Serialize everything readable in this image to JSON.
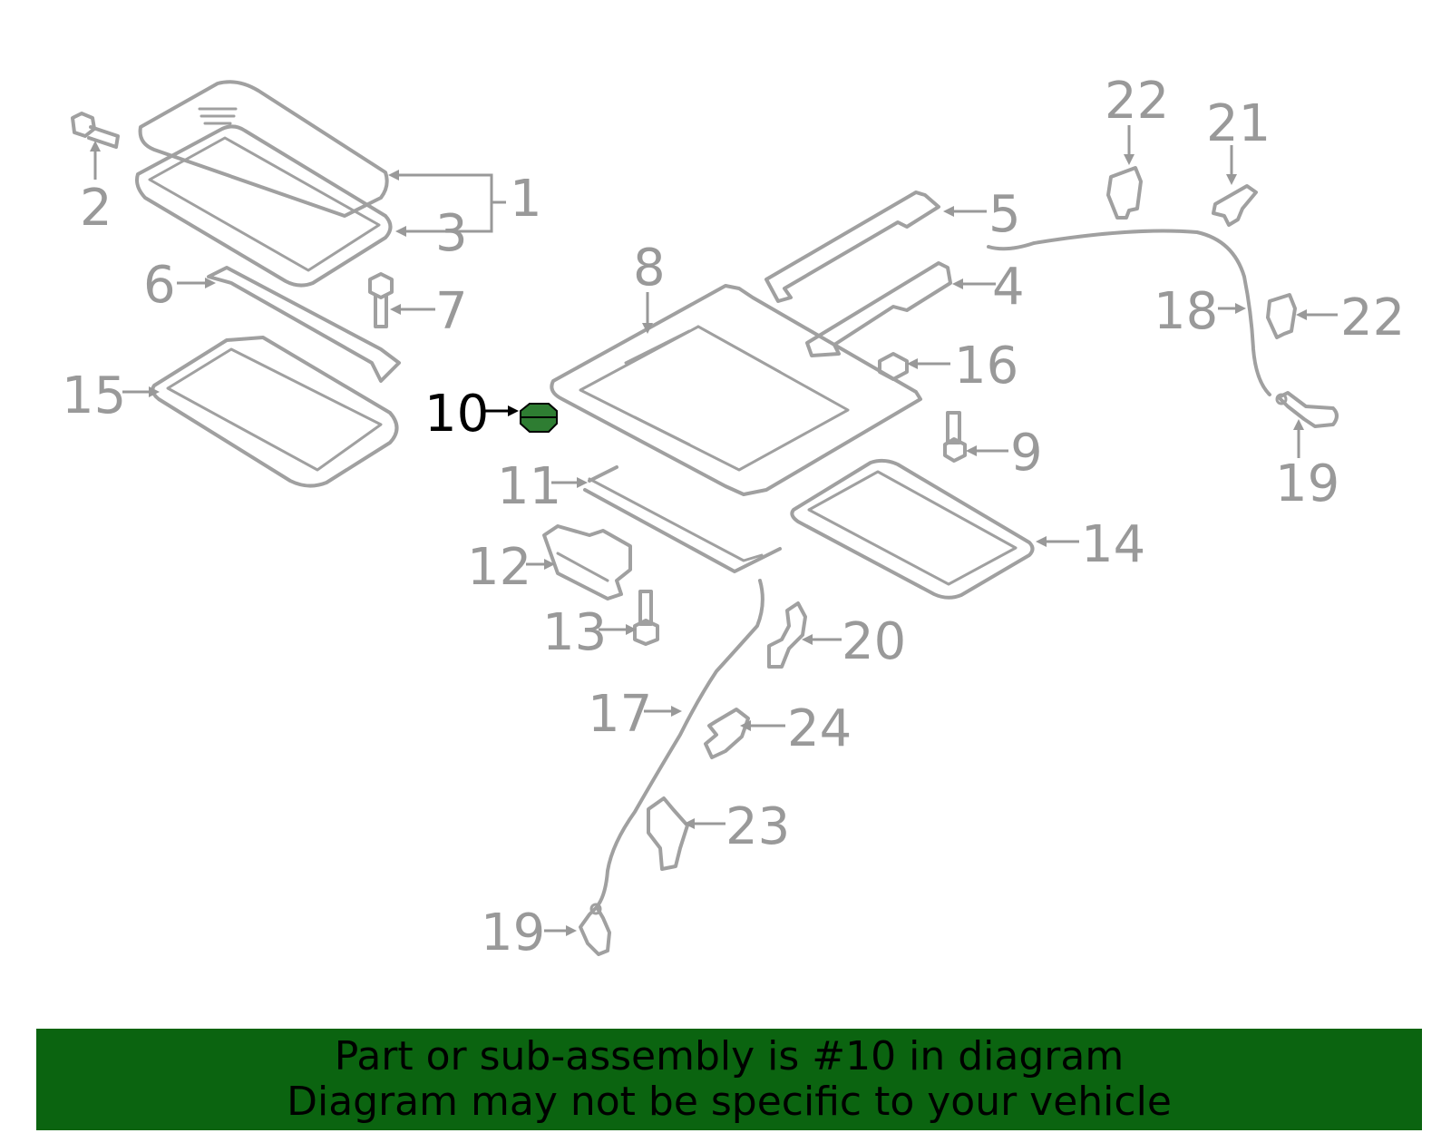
{
  "callouts": [
    {
      "id": "1",
      "highlight": false
    },
    {
      "id": "2",
      "highlight": false
    },
    {
      "id": "3",
      "highlight": false
    },
    {
      "id": "4",
      "highlight": false
    },
    {
      "id": "5",
      "highlight": false
    },
    {
      "id": "6",
      "highlight": false
    },
    {
      "id": "7",
      "highlight": false
    },
    {
      "id": "8",
      "highlight": false
    },
    {
      "id": "9",
      "highlight": false
    },
    {
      "id": "10",
      "highlight": true
    },
    {
      "id": "11",
      "highlight": false
    },
    {
      "id": "12",
      "highlight": false
    },
    {
      "id": "13",
      "highlight": false
    },
    {
      "id": "14",
      "highlight": false
    },
    {
      "id": "15",
      "highlight": false
    },
    {
      "id": "16",
      "highlight": false
    },
    {
      "id": "17",
      "highlight": false
    },
    {
      "id": "18",
      "highlight": false
    },
    {
      "id": "19",
      "highlight": false
    },
    {
      "id": "19",
      "highlight": false
    },
    {
      "id": "20",
      "highlight": false
    },
    {
      "id": "21",
      "highlight": false
    },
    {
      "id": "22",
      "highlight": false
    },
    {
      "id": "22",
      "highlight": false
    },
    {
      "id": "23",
      "highlight": false
    },
    {
      "id": "24",
      "highlight": false
    }
  ],
  "highlighted_part": {
    "id": "10",
    "color": "#2e7d32"
  },
  "colors": {
    "line_art": "#a0a0a0",
    "label_gray": "#999999",
    "highlight_label": "#000000",
    "banner_bg": "#0b6410",
    "banner_text": "#000000"
  },
  "banner": {
    "line1": "Part or sub-assembly is #10 in diagram",
    "line2": "Diagram may not be specific to your vehicle"
  }
}
